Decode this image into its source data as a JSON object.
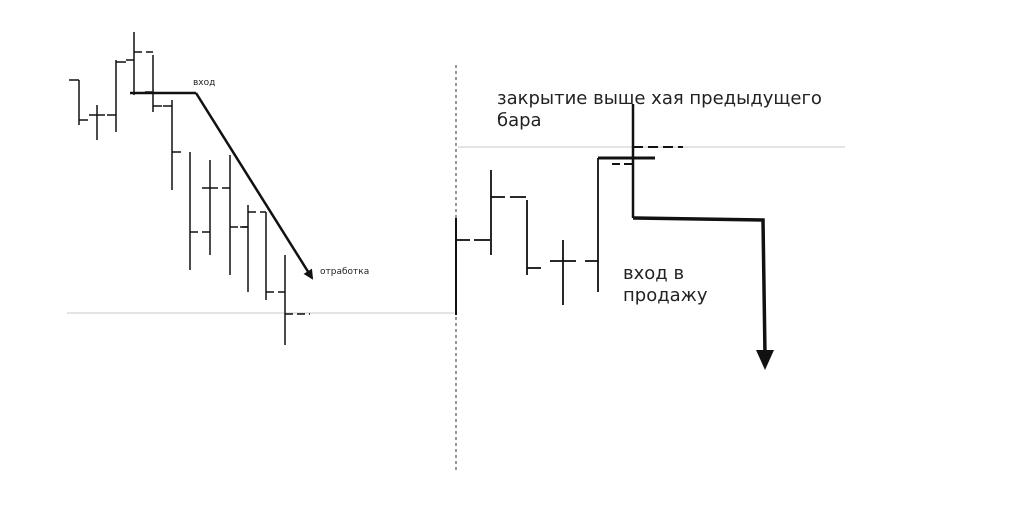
{
  "labels": {
    "entry_left": "вход",
    "rebound": "отработка",
    "close_above": "закрытие выше хая предыдущего бара",
    "sell_entry": "вход в продажу"
  },
  "colors": {
    "bar": "#111111",
    "level_line": "#c8c8c8",
    "separator": "#555555",
    "text": "#222222"
  }
}
